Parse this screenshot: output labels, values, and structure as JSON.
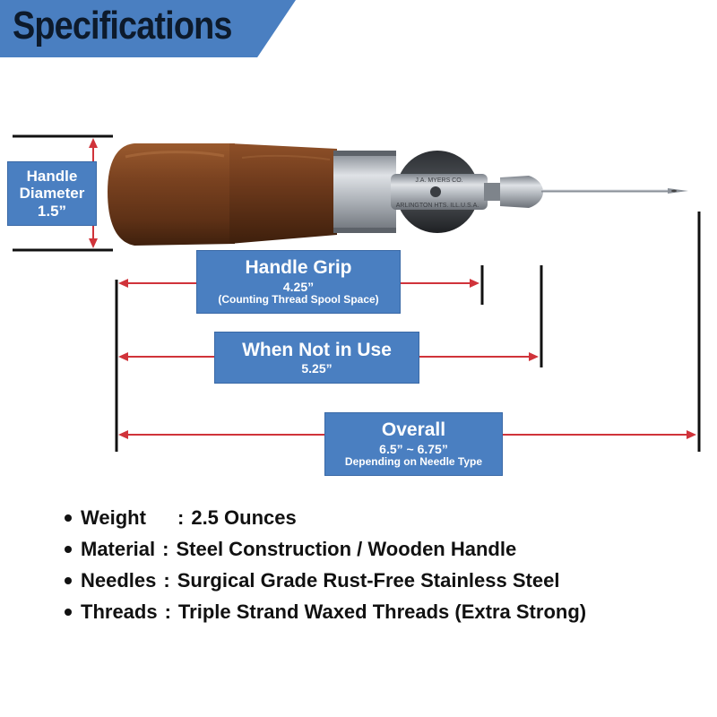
{
  "header": {
    "title": "Specifications"
  },
  "labels": {
    "handle_diameter": {
      "line1": "Handle",
      "line2": "Diameter",
      "value": "1.5”"
    },
    "handle_grip": {
      "title": "Handle Grip",
      "value": "4.25”",
      "note": "(Counting Thread Spool Space)"
    },
    "not_in_use": {
      "title": "When Not in Use",
      "value": "5.25”"
    },
    "overall": {
      "title": "Overall",
      "value": "6.5” ~ 6.75”",
      "note": "Depending on Needle Type"
    }
  },
  "tool_engraving": {
    "line1": "J.A. MYERS CO.",
    "line2": "ARLINGTON HTS. ILL.U.S.A."
  },
  "specs": [
    {
      "key": "Weight",
      "separator": ":",
      "value": "2.5 Ounces"
    },
    {
      "key": "Material",
      "separator": ":",
      "value": "Steel Construction / Wooden Handle"
    },
    {
      "key": "Needles",
      "separator": ":",
      "value": "Surgical Grade Rust-Free Stainless Steel"
    },
    {
      "key": "Threads",
      "separator": ":",
      "value": "Triple Strand Waxed Threads (Extra Strong)"
    }
  ],
  "colors": {
    "banner": "#4a7fc1",
    "arrow": "#d0333a",
    "wood": "#6e3a1c",
    "metal": "#b8bcc2"
  }
}
